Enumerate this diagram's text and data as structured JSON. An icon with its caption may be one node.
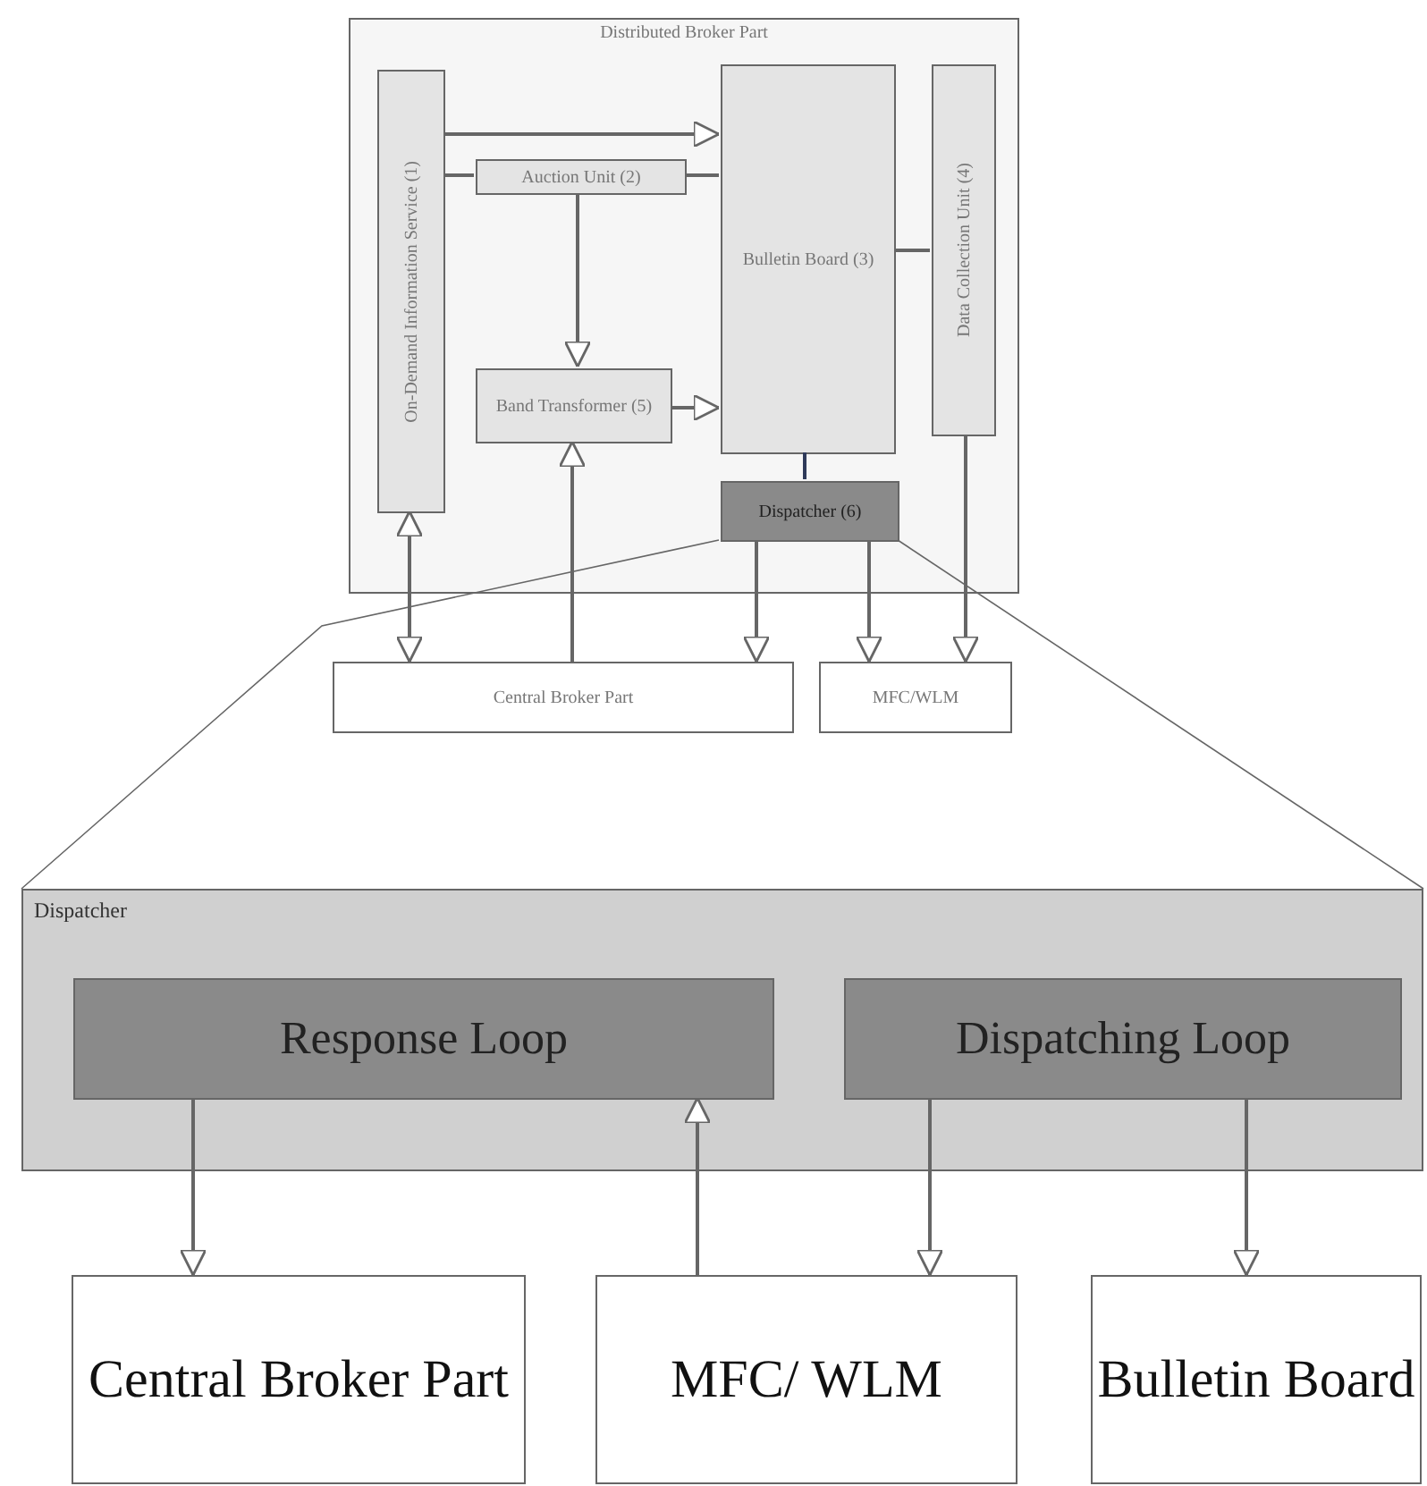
{
  "diagram": {
    "nodes": [
      {
        "text": [
          "Distributed Broker Part"
        ]
      },
      {
        "text": [
          "On-Demand Information Service (1)"
        ],
        "in": 0
      },
      {
        "text": [
          "Auction Unit (2)"
        ],
        "in": 0
      },
      {
        "text": [
          "Bulletin Board (3)"
        ],
        "in": 0
      },
      {
        "text": [
          "Band Transformer (5)"
        ],
        "in": 0
      },
      {
        "text": [
          "Data Collection Unit (4)"
        ],
        "in": 0
      },
      {
        "text": [
          "Dispatcher (6)"
        ],
        "in": 0
      },
      {
        "text": [
          "Central Broker Part"
        ]
      },
      {
        "text": [
          "MFC/WLM"
        ]
      },
      {
        "text": [
          "Dispatcher"
        ]
      },
      {
        "text": [
          "Response Loop"
        ],
        "in": 9
      },
      {
        "text": [
          "Dispatching Loop"
        ],
        "in": 9
      },
      {
        "text": [
          "Central Broker Part"
        ]
      },
      {
        "text": [
          "MFC/ WLM"
        ]
      },
      {
        "text": [
          "Bulletin Board"
        ]
      }
    ],
    "edges": [
      {
        "from": 1,
        "to": 3,
        "arrow": "to"
      },
      {
        "from": 2,
        "to": 1,
        "arrow": "none"
      },
      {
        "from": 2,
        "to": 3,
        "arrow": "none"
      },
      {
        "from": 2,
        "to": 4,
        "arrow": "to"
      },
      {
        "from": 4,
        "to": 3,
        "arrow": "to"
      },
      {
        "from": 5,
        "to": 3,
        "arrow": "none"
      },
      {
        "from": 3,
        "to": 6,
        "arrow": "none",
        "color": "#2f3a5a"
      },
      {
        "from": 1,
        "to": 7,
        "arrow": "both"
      },
      {
        "from": 7,
        "to": 4,
        "arrow": "to"
      },
      {
        "from": 6,
        "to": 7,
        "arrow": "to"
      },
      {
        "from": 6,
        "to": 8,
        "arrow": "to"
      },
      {
        "from": 5,
        "to": 8,
        "arrow": "to"
      },
      {
        "from": 6,
        "to": 9,
        "arrow": "none"
      },
      {
        "from": 6,
        "to": 9,
        "arrow": "none"
      },
      {
        "from": 10,
        "to": 12,
        "arrow": "to"
      },
      {
        "from": 13,
        "to": 10,
        "arrow": "to"
      },
      {
        "from": 11,
        "to": 13,
        "arrow": "to"
      },
      {
        "from": 11,
        "to": 14,
        "arrow": "to"
      }
    ]
  }
}
